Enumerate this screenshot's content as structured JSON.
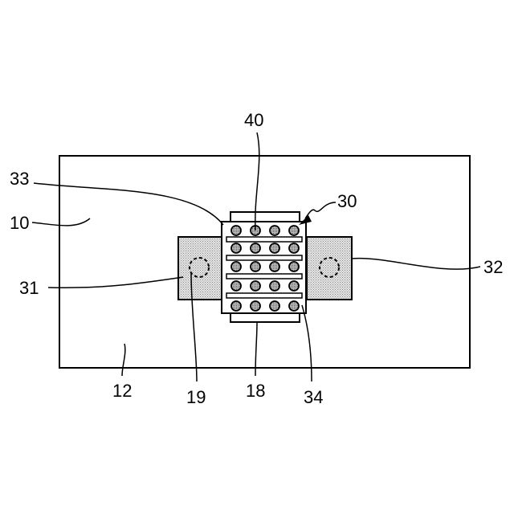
{
  "labels": {
    "l40": "40",
    "l33": "33",
    "l30": "30",
    "l10": "10",
    "l31": "31",
    "l32": "32",
    "l12": "12",
    "l19": "19",
    "l18": "18",
    "l34": "34"
  },
  "colors": {
    "stroke": "#000000",
    "pad_fill": "#c8c8c8",
    "via_fill": "#9a9a9a",
    "background": "#ffffff"
  }
}
